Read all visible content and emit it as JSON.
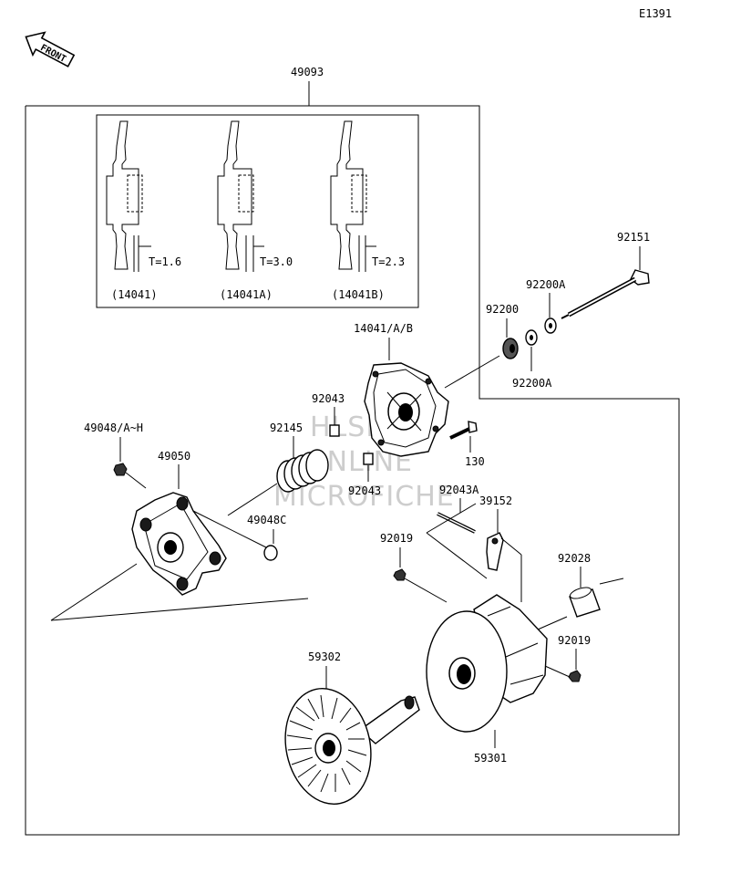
{
  "diagram": {
    "code": "E1391",
    "front_label": "FRONT",
    "assembly_label": "49093",
    "watermark": [
      "HLSM",
      "ONLINE",
      "MICROFICHE"
    ],
    "spider_variants": [
      {
        "thickness": "T=1.6",
        "part": "(14041)"
      },
      {
        "thickness": "T=3.0",
        "part": "(14041A)"
      },
      {
        "thickness": "T=2.3",
        "part": "(14041B)"
      }
    ],
    "callouts": {
      "p92151": "92151",
      "p92200A_top": "92200A",
      "p92200": "92200",
      "p92200A_bottom": "92200A",
      "p14041": "14041/A/B",
      "p92043_top": "92043",
      "p92145": "92145",
      "p92043_bottom": "92043",
      "p130": "130",
      "p49048": "49048/A~H",
      "p49050": "49050",
      "p49048C": "49048C",
      "p92043A": "92043A",
      "p39152": "39152",
      "p92019_left": "92019",
      "p92028": "92028",
      "p92019_right": "92019",
      "p59302": "59302",
      "p59301": "59301"
    }
  }
}
